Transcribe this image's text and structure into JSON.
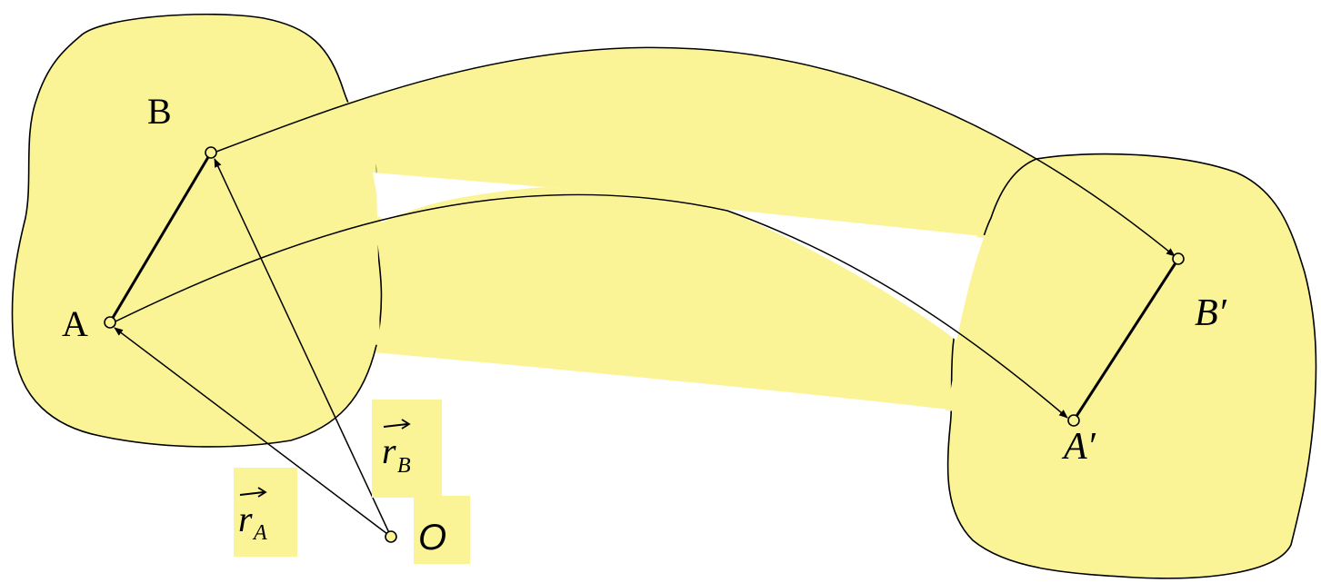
{
  "labels": {
    "A": "A",
    "B": "B",
    "A_prime": "A′",
    "B_prime": "B′",
    "O": "O",
    "r_A_main": "r",
    "r_A_sub": "A",
    "r_B_main": "r",
    "r_B_sub": "B"
  },
  "colors": {
    "body_fill": "#fbf497",
    "outline": "#000000",
    "background": "#ffffff"
  }
}
